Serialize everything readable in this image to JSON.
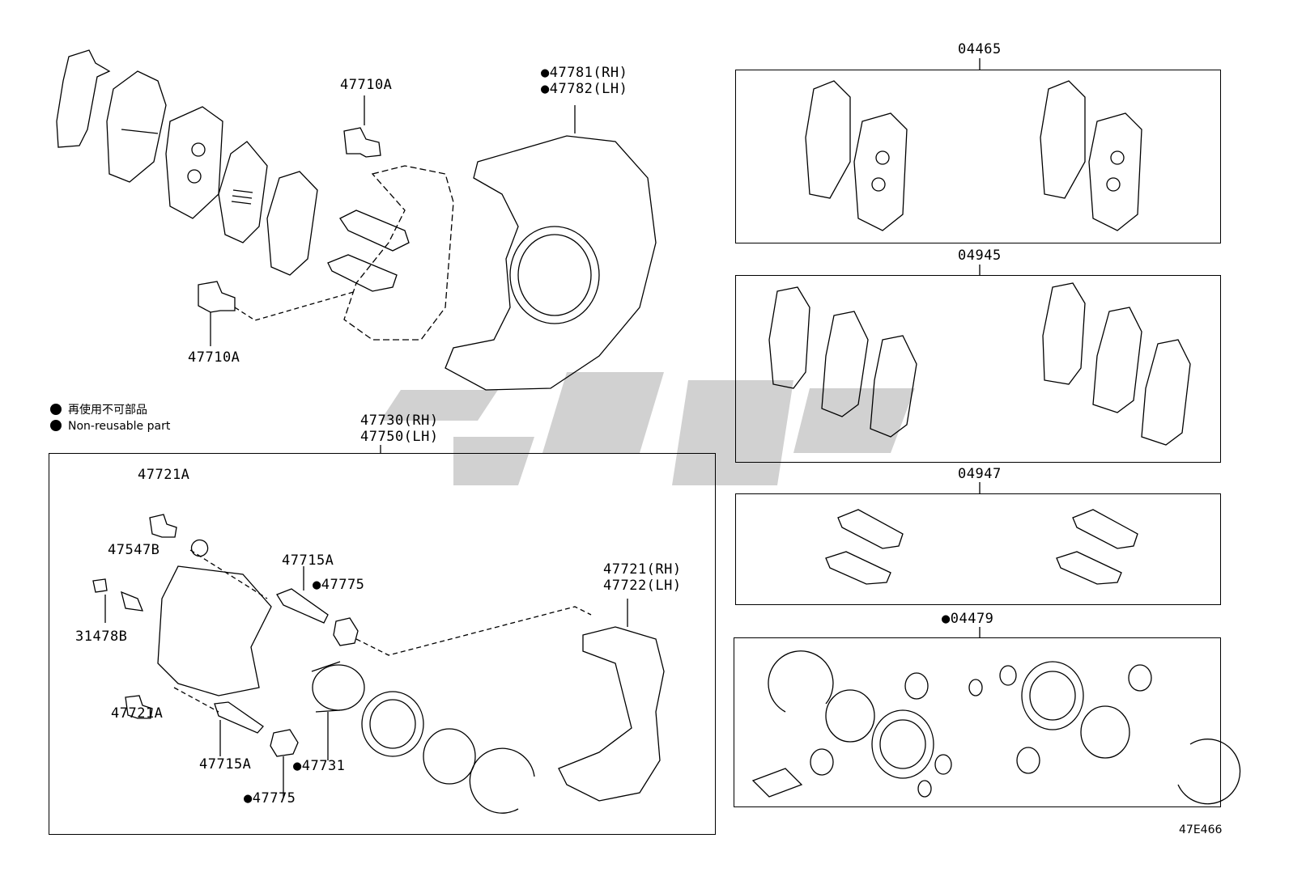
{
  "labels": {
    "p47710A_top": "47710A",
    "p47710A_bottom": "47710A",
    "p47781": "●47781(RH)",
    "p47782": "●47782(LH)",
    "p47730": "47730(RH)",
    "p47750": "47750(LH)",
    "p47721A_top": "47721A",
    "p47547B": "47547B",
    "p31478B": "31478B",
    "p47721A_bottom": "47721A",
    "p47715A_top": "47715A",
    "p47775_top": "●47775",
    "p47715A_bottom": "47715A",
    "p47731": "●47731",
    "p47775_bottom": "●47775",
    "p47721": "47721(RH)",
    "p47722": "47722(LH)",
    "kit04465": "04465",
    "kit04945": "04945",
    "kit04947": "04947",
    "kit04479": "●04479"
  },
  "legend": {
    "jp": "再使用不可部品",
    "en": "Non-reusable part"
  },
  "figure_code": "47E466"
}
